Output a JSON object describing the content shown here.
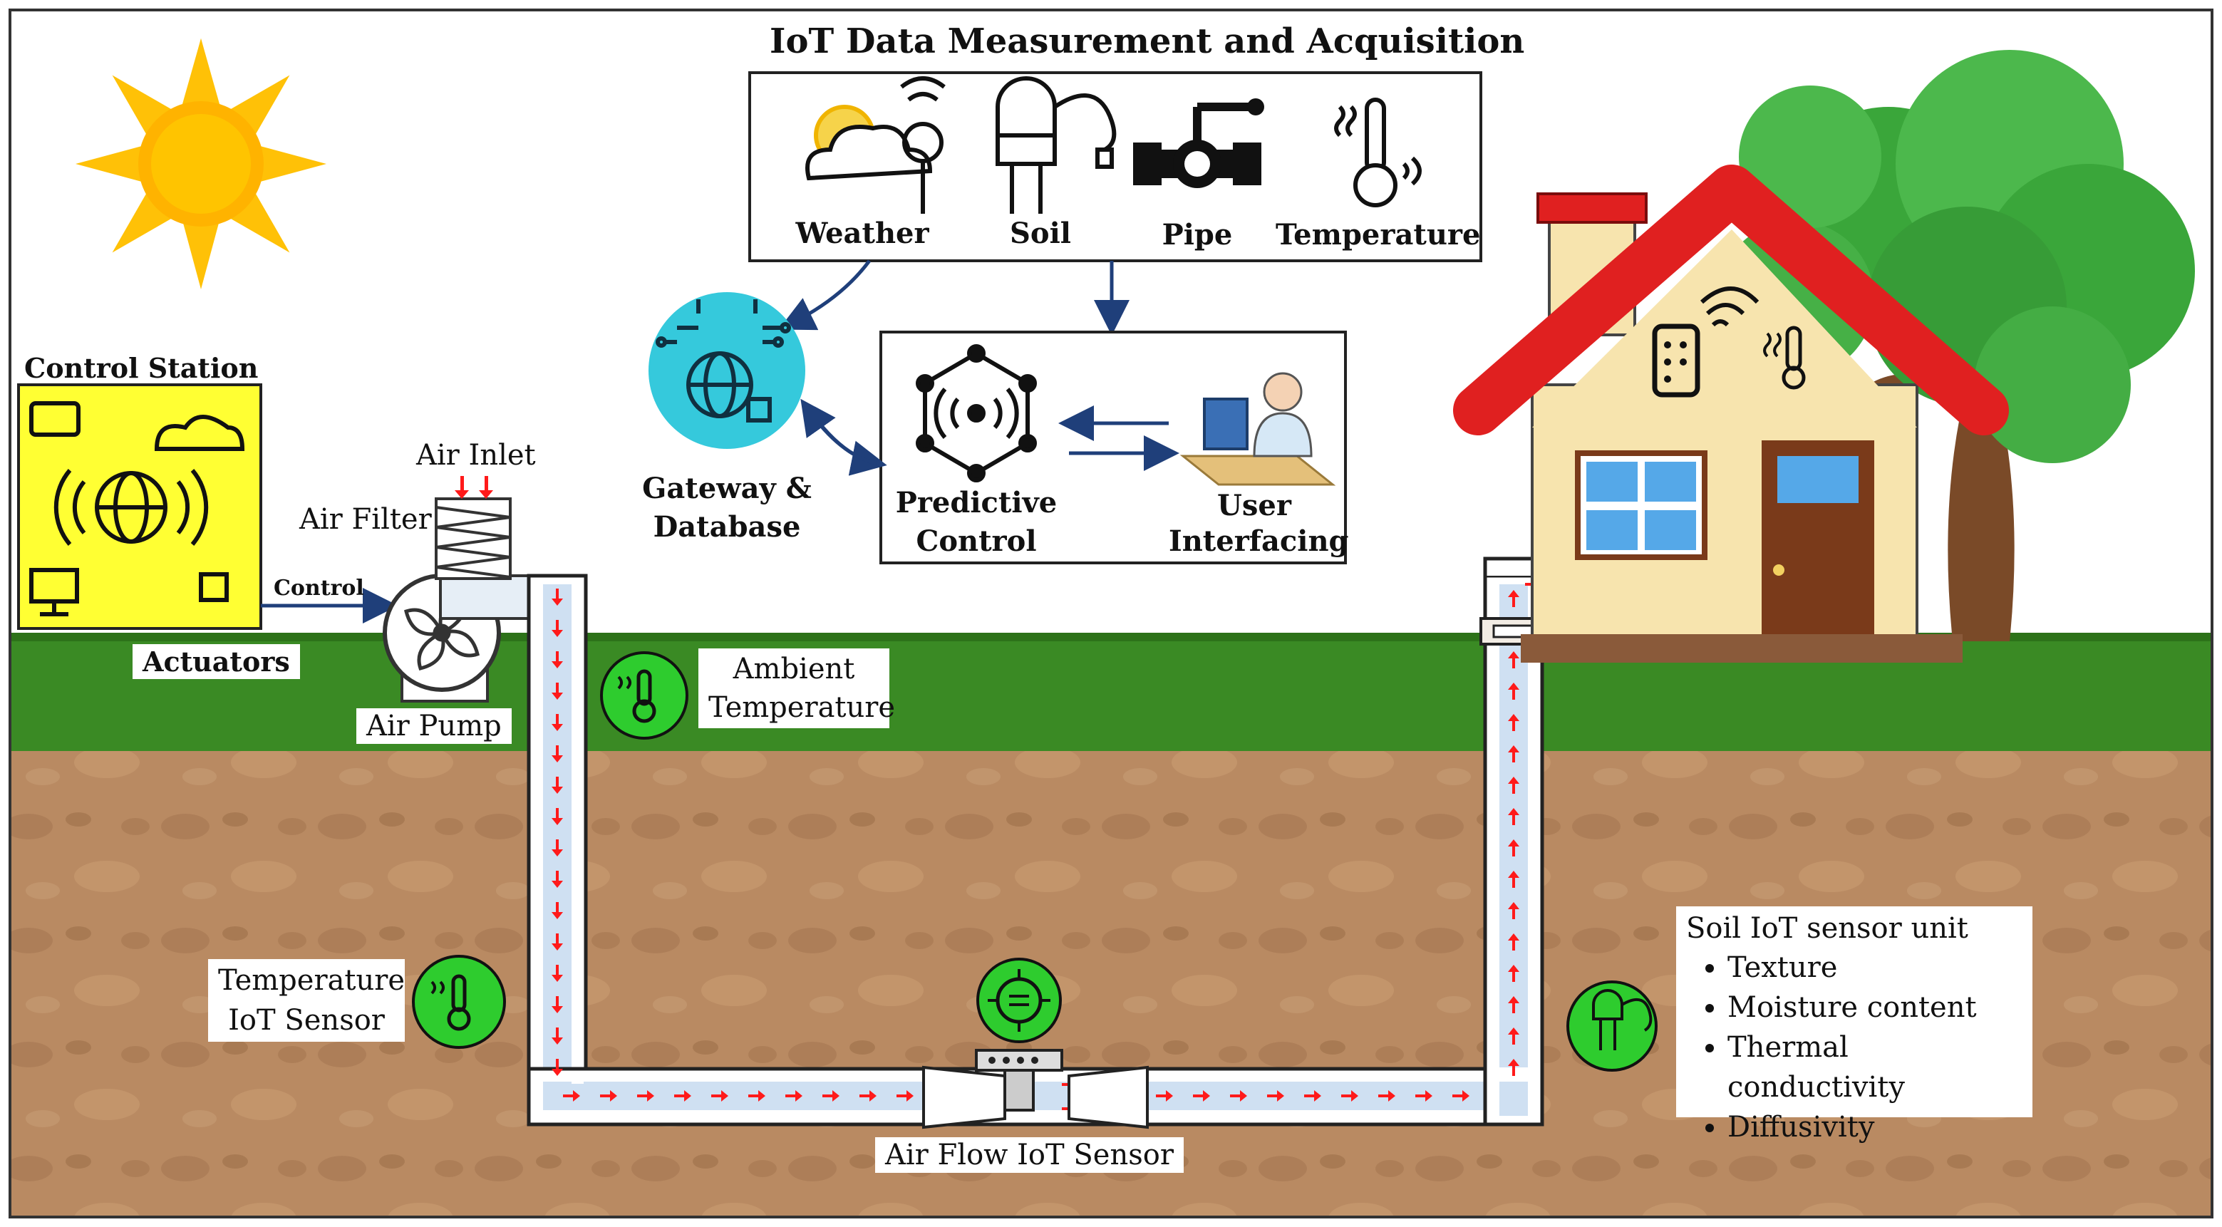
{
  "header": {
    "title": "IoT Data Measurement and Acquisition"
  },
  "sensors": [
    {
      "label": "Weather",
      "icon": "weather-sensor-icon"
    },
    {
      "label": "Soil",
      "icon": "soil-probe-icon"
    },
    {
      "label": "Pipe",
      "icon": "pipe-valve-icon"
    },
    {
      "label": "Temperature",
      "icon": "thermometer-icon"
    }
  ],
  "control_station": {
    "title": "Control Station",
    "actuators_label": "Actuators",
    "control_label": "Control"
  },
  "gateway": {
    "label_line1": "Gateway &",
    "label_line2": "Database"
  },
  "predictive": {
    "label_line1": "Predictive",
    "label_line2": "Control"
  },
  "user": {
    "label_line1": "User",
    "label_line2": "Interfacing"
  },
  "air": {
    "inlet": "Air Inlet",
    "filter": "Air Filter",
    "pump": "Air Pump"
  },
  "ambient": {
    "line1": "Ambient",
    "line2": "Temperature"
  },
  "temp_sensor": {
    "line1": "Temperature",
    "line2": "IoT Sensor"
  },
  "airflow_sensor": {
    "label": "Air Flow IoT Sensor"
  },
  "soil_unit": {
    "title": "Soil IoT sensor unit",
    "items": [
      "Texture",
      "Moisture content",
      "Thermal conductivity",
      "Diffusivity"
    ]
  },
  "colors": {
    "sky": "#ffffff",
    "grass": "#3a8a24",
    "soil": "#b98a62",
    "sun": "#ffc107",
    "control_station": "#ffff33",
    "gateway": "#35c9dc",
    "sensor_green": "#2ecc2e",
    "roof": "#e02020",
    "house_wall": "#f7e4ae",
    "tree": "#3aa63a",
    "flow_arrow": "#ff1a1a",
    "pipe_fill": "#cfe0f2",
    "link_arrow": "#1f3f7a"
  }
}
